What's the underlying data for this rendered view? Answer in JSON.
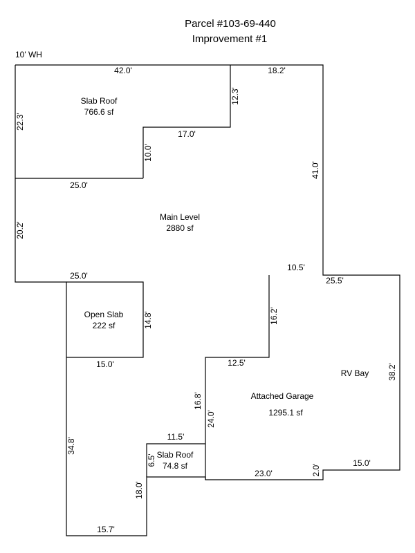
{
  "header": {
    "parcel": "Parcel #103-69-440",
    "improvement": "Improvement #1"
  },
  "notes": {
    "wall_height": "10' WH"
  },
  "areas": {
    "slab_roof_upper": {
      "name": "Slab Roof",
      "size": "766.6 sf"
    },
    "main_level": {
      "name": "Main Level",
      "size": "2880 sf"
    },
    "open_slab": {
      "name": "Open Slab",
      "size": "222 sf"
    },
    "attached_garage": {
      "name": "Attached Garage",
      "size": "1295.1 sf"
    },
    "rv_bay": {
      "name": "RV Bay"
    },
    "slab_roof_lower": {
      "name": "Slab Roof",
      "size": "74.8 sf"
    }
  },
  "dimensions": {
    "d_42_0": "42.0'",
    "d_18_2": "18.2'",
    "d_22_3": "22.3'",
    "d_12_3": "12.3'",
    "d_17_0": "17.0'",
    "d_10_0": "10.0'",
    "d_41_0": "41.0'",
    "d_25_0_upper": "25.0'",
    "d_20_2": "20.2'",
    "d_25_0_lower": "25.0'",
    "d_10_5": "10.5'",
    "d_25_5": "25.5'",
    "d_16_2": "16.2'",
    "d_14_8": "14.8'",
    "d_15_0_slab": "15.0'",
    "d_12_5": "12.5'",
    "d_38_2": "38.2'",
    "d_16_8": "16.8'",
    "d_24_0": "24.0'",
    "d_34_8": "34.8'",
    "d_11_5": "11.5'",
    "d_6_5": "6.5'",
    "d_23_0": "23.0'",
    "d_2_0": "2.0'",
    "d_15_0_garage": "15.0'",
    "d_18_0": "18.0'",
    "d_15_7": "15.7'"
  }
}
